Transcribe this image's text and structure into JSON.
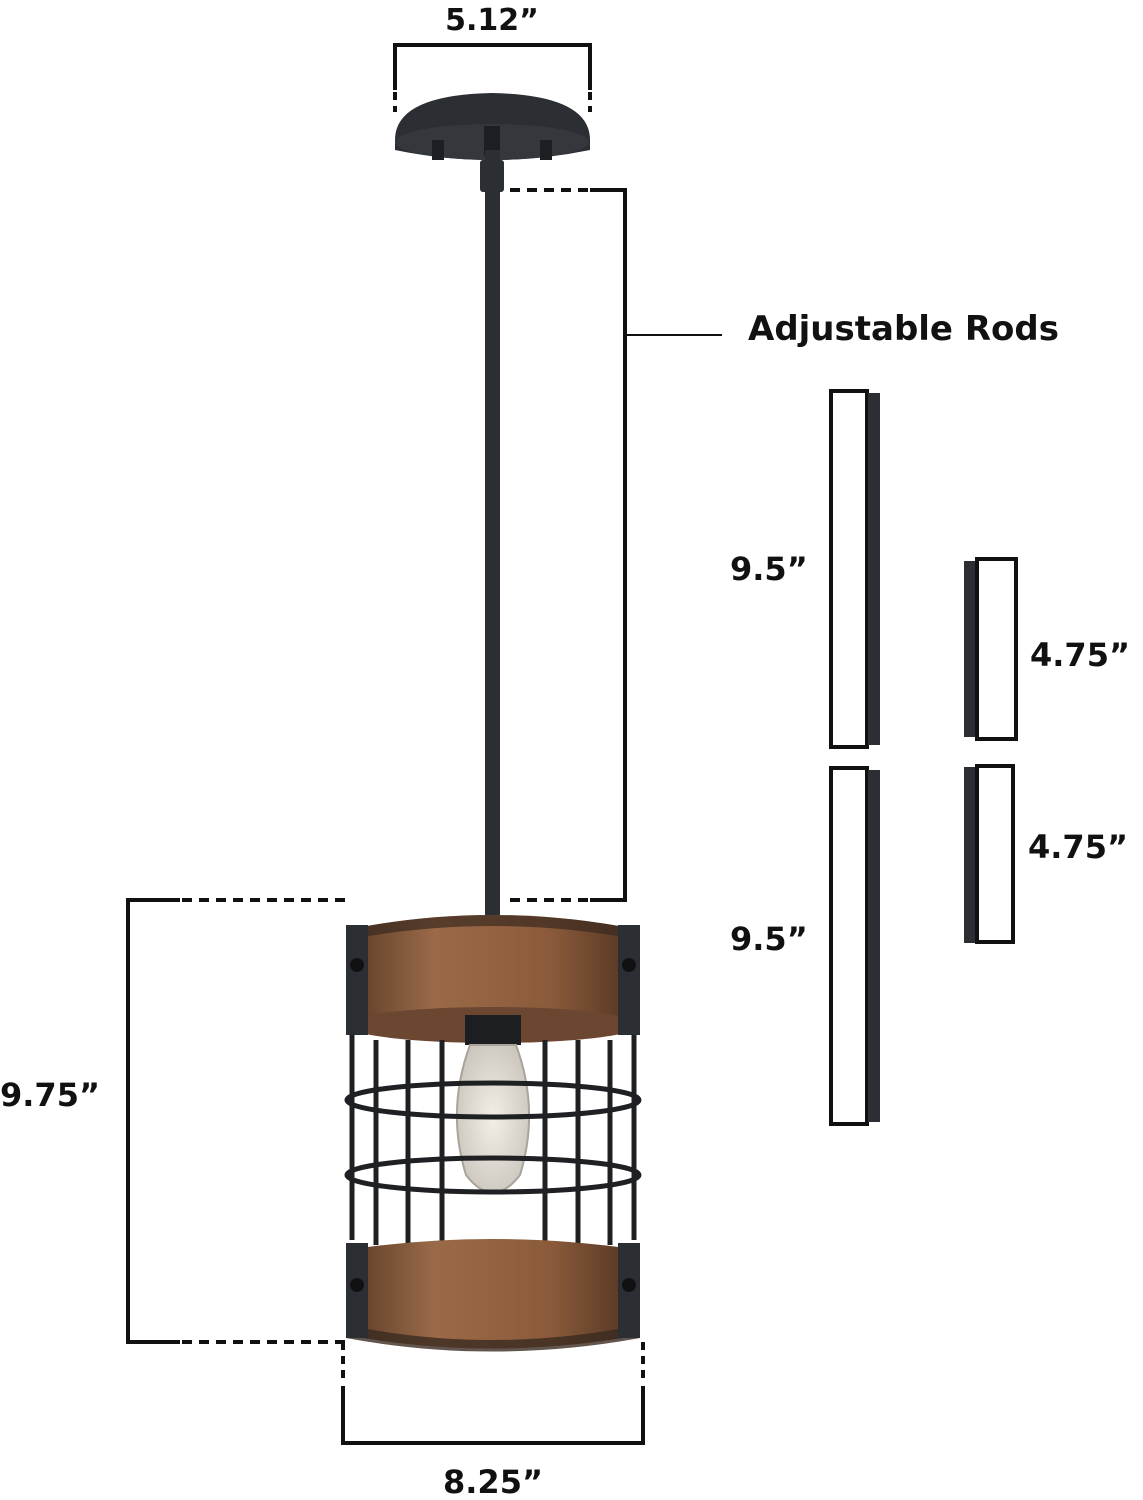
{
  "dimensions": {
    "canopy_width": "5.12”",
    "rods_label": "Adjustable Rods",
    "rod_long_1": "9.5”",
    "rod_long_2": "9.5”",
    "rod_short_1": "4.75”",
    "rod_short_2": "4.75”",
    "shade_height": "9.75”",
    "shade_width": "8.25”"
  },
  "colors": {
    "metal": "#2b2e33",
    "wood": "#8a5a3a",
    "wood_dark": "#4a3020",
    "line": "#111111"
  }
}
